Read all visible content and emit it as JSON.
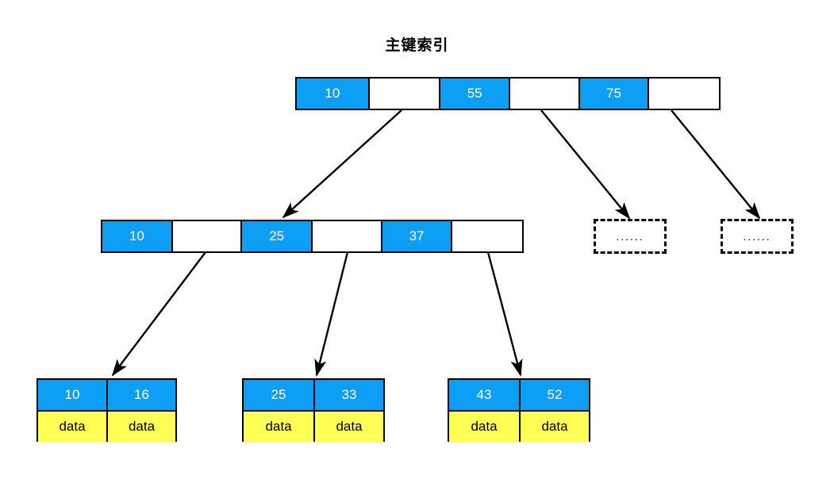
{
  "title": "主键索引",
  "colors": {
    "key_fill": "#0d9ef5",
    "data_fill": "#ffff55",
    "pointer_fill": "#ffffff",
    "border": "#000000",
    "background": "#ffffff"
  },
  "root": {
    "name": "root-node",
    "cells": [
      {
        "type": "key",
        "label": "10"
      },
      {
        "type": "pointer",
        "label": ""
      },
      {
        "type": "key",
        "label": "55"
      },
      {
        "type": "pointer",
        "label": ""
      },
      {
        "type": "key",
        "label": "75"
      },
      {
        "type": "pointer",
        "label": ""
      }
    ]
  },
  "internal": {
    "name": "internal-node",
    "cells": [
      {
        "type": "key",
        "label": "10"
      },
      {
        "type": "pointer",
        "label": ""
      },
      {
        "type": "key",
        "label": "25"
      },
      {
        "type": "pointer",
        "label": ""
      },
      {
        "type": "key",
        "label": "37"
      },
      {
        "type": "pointer",
        "label": ""
      }
    ]
  },
  "placeholders": [
    {
      "name": "placeholder-node-1",
      "label": "......"
    },
    {
      "name": "placeholder-node-2",
      "label": "......"
    }
  ],
  "leaves": [
    {
      "name": "leaf-node-1",
      "keys": [
        "10",
        "16"
      ],
      "data": [
        "data",
        "data"
      ]
    },
    {
      "name": "leaf-node-2",
      "keys": [
        "25",
        "33"
      ],
      "data": [
        "data",
        "data"
      ]
    },
    {
      "name": "leaf-node-3",
      "keys": [
        "43",
        "52"
      ],
      "data": [
        "data",
        "data"
      ]
    }
  ],
  "edges": [
    {
      "name": "edge-root-to-internal",
      "from": "root-pointer-1",
      "to": "internal-node"
    },
    {
      "name": "edge-root-to-placeholder-1",
      "from": "root-pointer-2",
      "to": "placeholder-node-1"
    },
    {
      "name": "edge-root-to-placeholder-2",
      "from": "root-pointer-3",
      "to": "placeholder-node-2"
    },
    {
      "name": "edge-internal-to-leaf-1",
      "from": "internal-pointer-1",
      "to": "leaf-node-1"
    },
    {
      "name": "edge-internal-to-leaf-2",
      "from": "internal-pointer-2",
      "to": "leaf-node-2"
    },
    {
      "name": "edge-internal-to-leaf-3",
      "from": "internal-pointer-3",
      "to": "leaf-node-3"
    }
  ]
}
